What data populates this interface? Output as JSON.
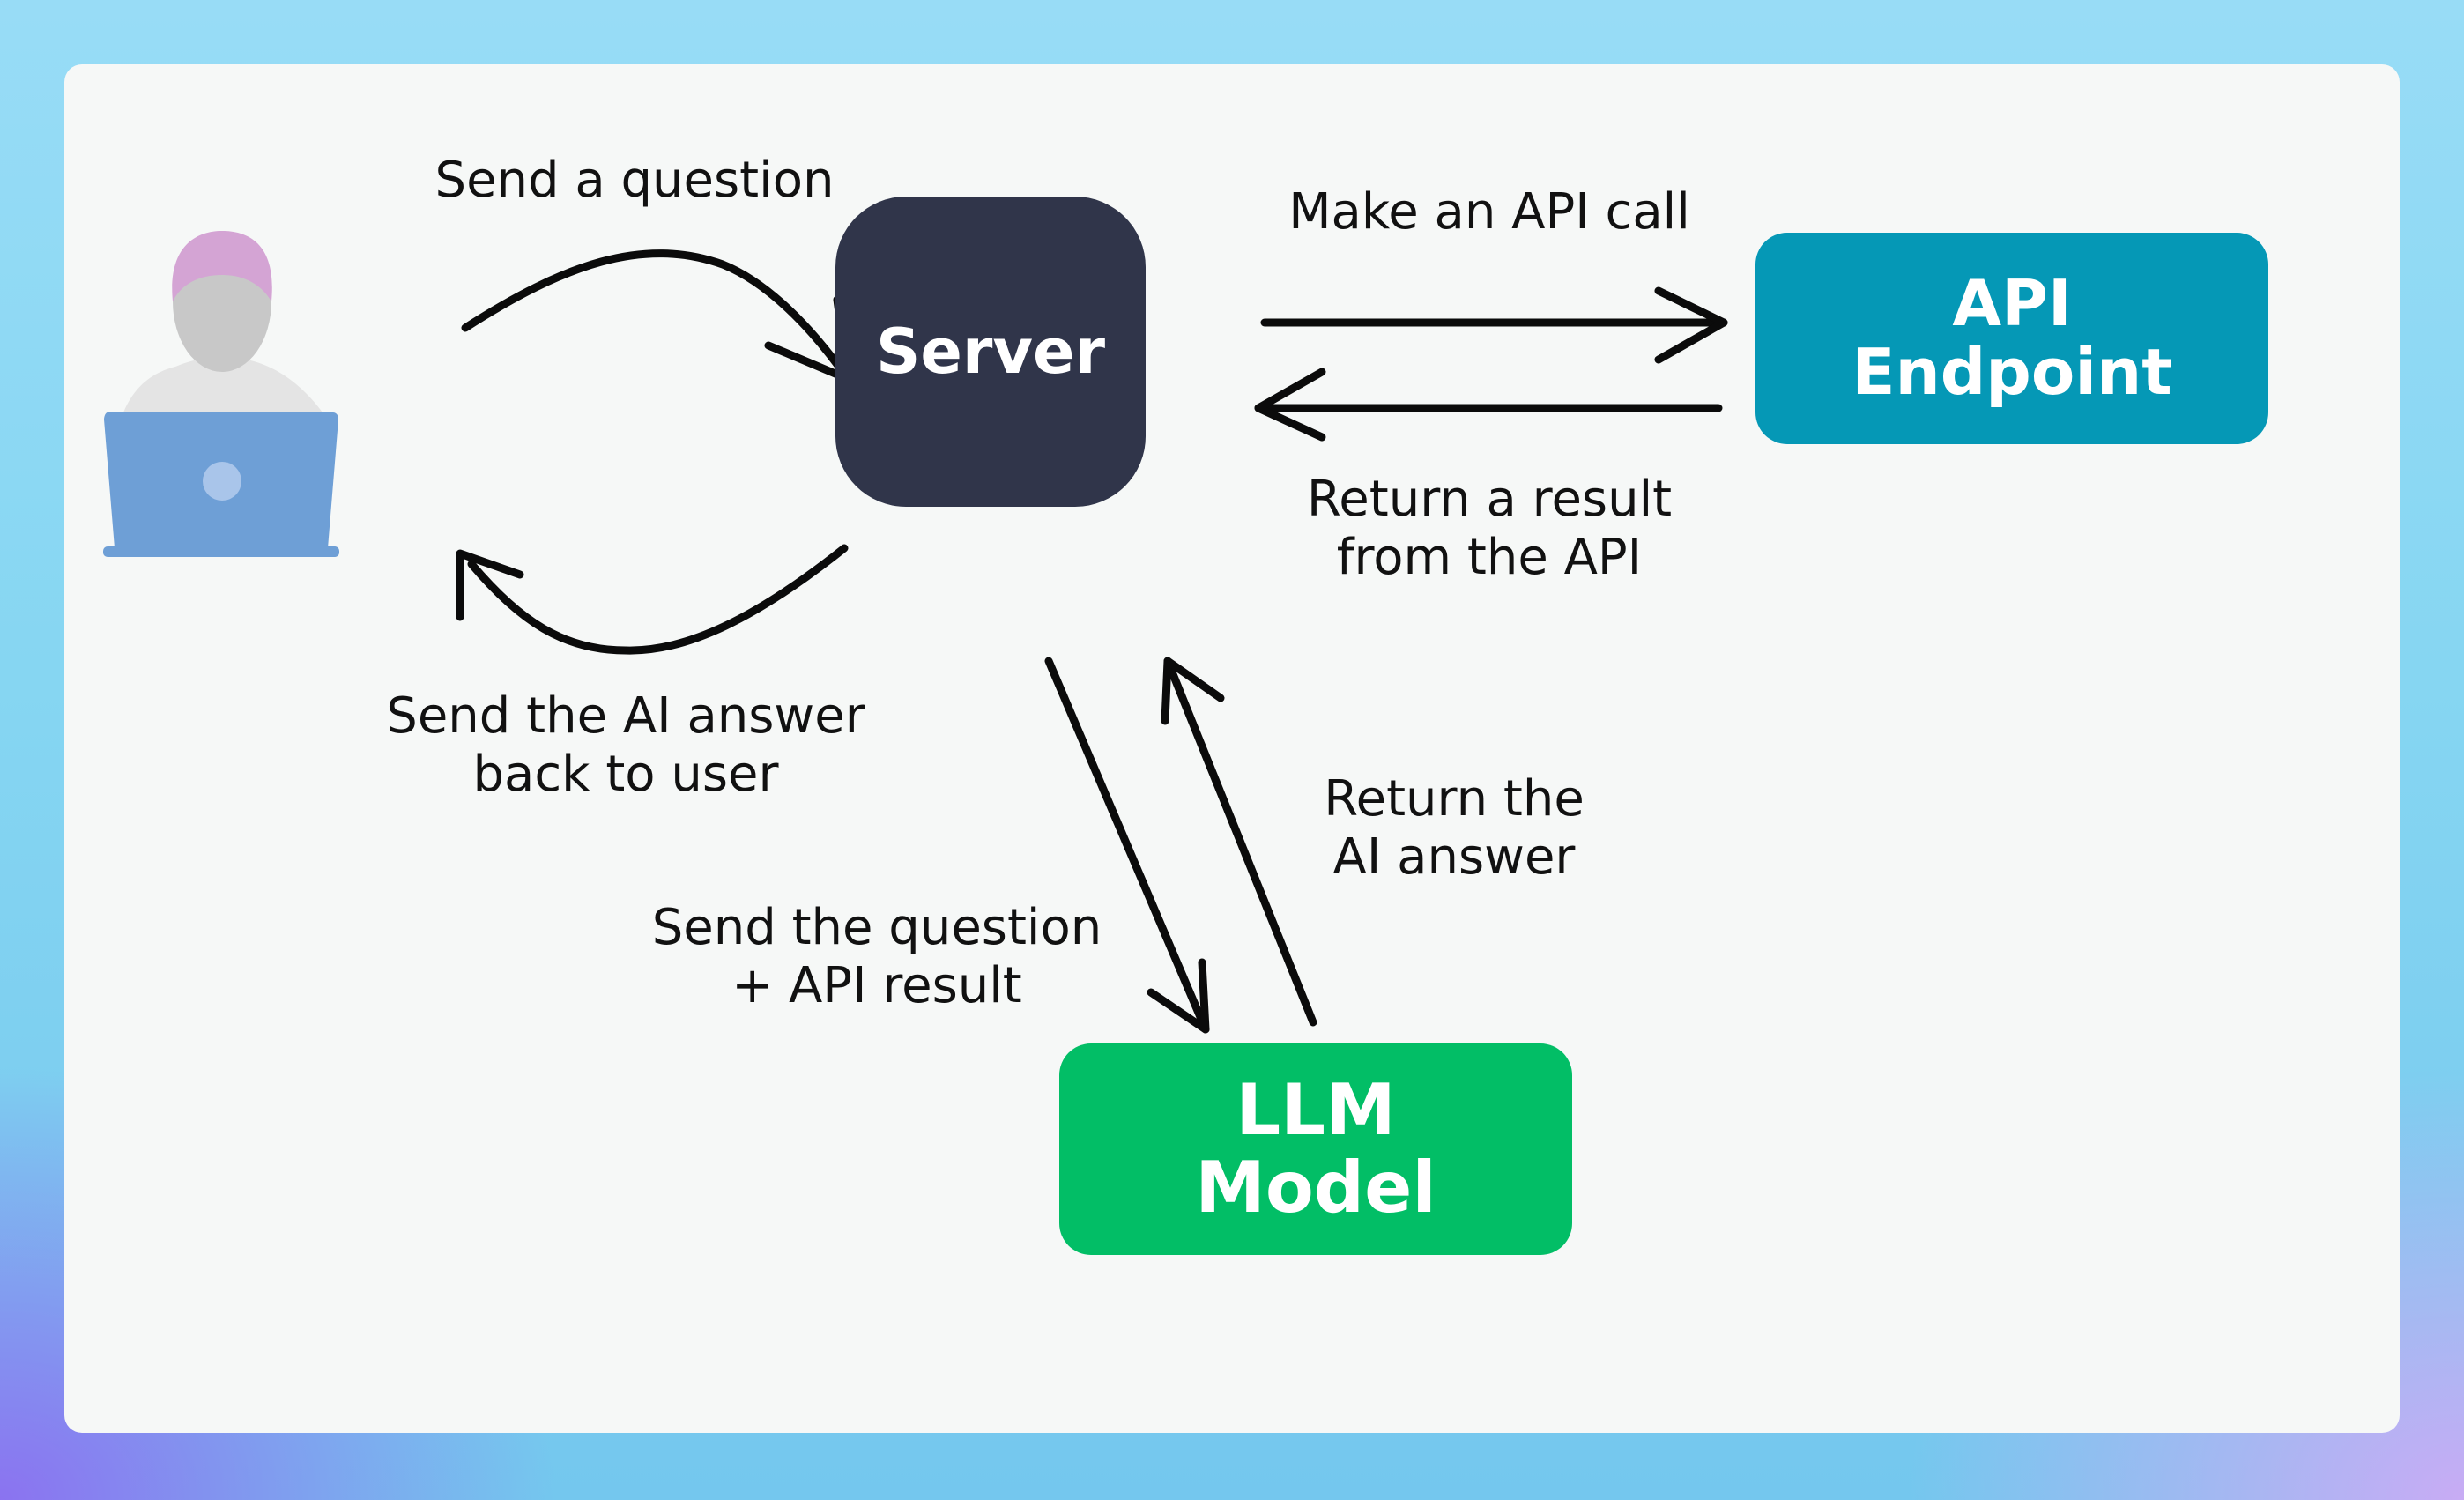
{
  "colors": {
    "server": "#30354a",
    "api_endpoint": "#0598b6",
    "llm_model": "#02be66",
    "user_head": "#c8c8c8",
    "user_hair": "#d4a4d4",
    "user_laptop": "#6e9fd6",
    "arrow": "#0b0b0b"
  },
  "nodes": {
    "user": {
      "icon": "user-laptop-icon"
    },
    "server": {
      "label": "Server"
    },
    "api_endpoint": {
      "label": "API\nEndpoint"
    },
    "llm_model": {
      "label": "LLM\nModel"
    }
  },
  "edges": {
    "send_question": "Send a question",
    "send_answer_back": "Send the AI answer\nback to user",
    "make_api_call": "Make an API call",
    "return_api_result": "Return a result\nfrom the API",
    "send_to_llm": "Send the question\n+ API result",
    "return_ai_answer": "Return the\nAI answer"
  }
}
